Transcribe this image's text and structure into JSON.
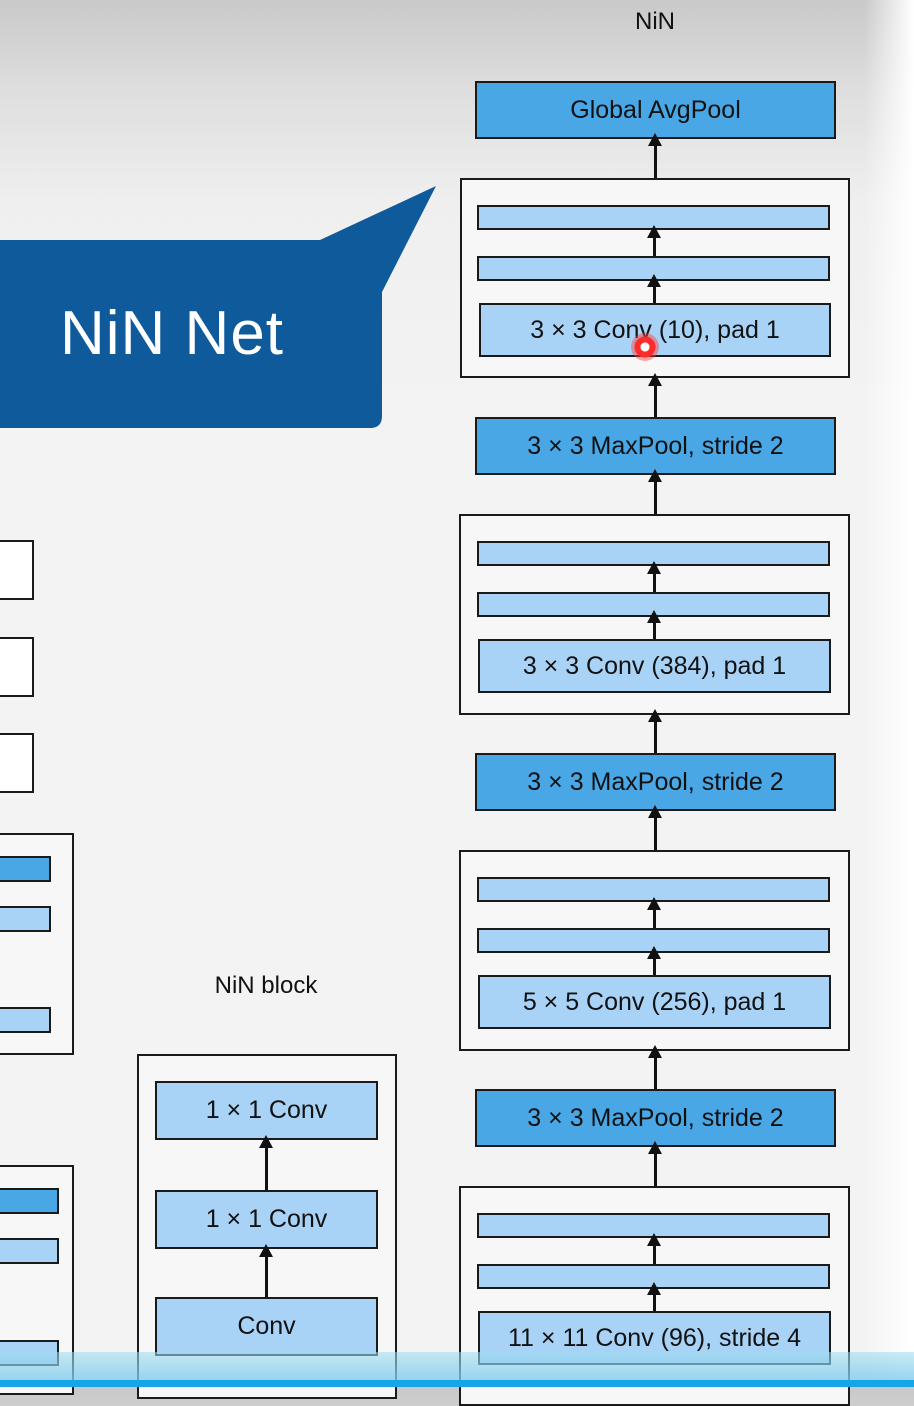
{
  "nin": {
    "title": "NiN",
    "global_avgpool": "Global AvgPool",
    "block4_conv": "3 × 3 Conv (10), pad 1",
    "maxpool3": "3 × 3 MaxPool, stride 2",
    "block3_conv": "3 × 3 Conv (384), pad 1",
    "maxpool2": "3 × 3 MaxPool, stride 2",
    "block2_conv": "5 × 5 Conv (256), pad 1",
    "maxpool1": "3 × 3 MaxPool, stride 2",
    "block1_conv": "11 × 11 Conv (96), stride 4"
  },
  "nin_block": {
    "title": "NiN block",
    "top": "1 × 1 Conv",
    "middle": "1 × 1 Conv",
    "bottom": "Conv"
  },
  "callout": {
    "text": "NiN Net",
    "color": "#0e5a9a"
  },
  "colors": {
    "dark_block": "#4aa7e6",
    "light_block": "#a9d3f6",
    "cursor": "#ff2a2a"
  }
}
